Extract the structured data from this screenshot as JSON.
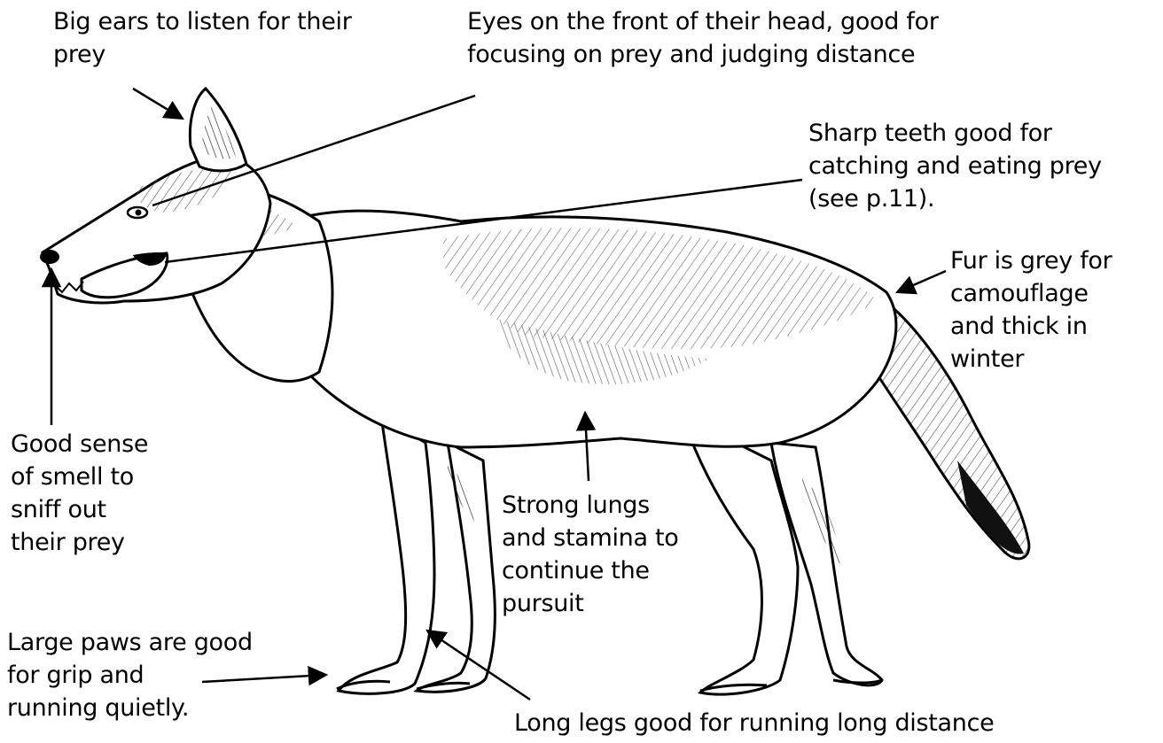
{
  "diagram": {
    "subject": "wolf",
    "colors": {
      "ink": "#000000",
      "background": "#ffffff",
      "shade": "#8a8a8a"
    },
    "labels": {
      "ears": "Big ears to listen for their\nprey",
      "eyes": "Eyes on the front of their head, good for\nfocusing on prey and judging distance",
      "teeth": "Sharp teeth good for\ncatching and eating prey\n(see p.11).",
      "fur": "Fur is grey for\ncamouflage\nand thick in\nwinter",
      "smell": "Good sense\nof smell to\nsniff out\ntheir prey",
      "lungs": "Strong lungs\nand stamina to\ncontinue the\npursuit",
      "paws": "Large paws are good\nfor grip and\nrunning quietly.",
      "legs": "Long legs good for running long distance"
    }
  }
}
